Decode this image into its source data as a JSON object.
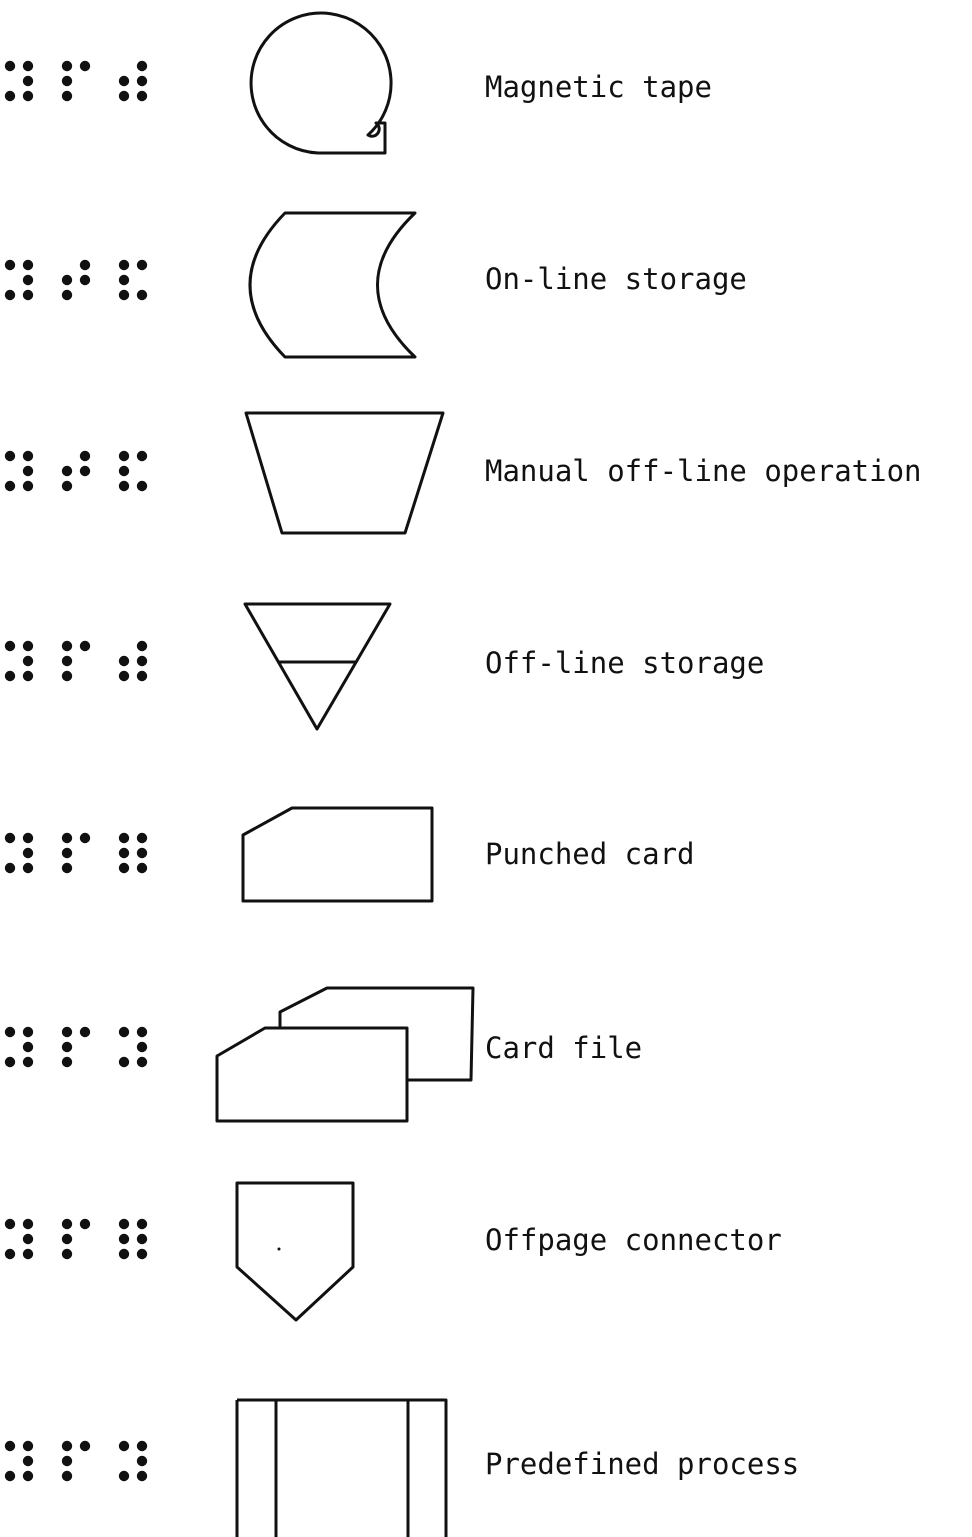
{
  "rows": [
    {
      "label": "Magnetic tape",
      "braille": [
        [
          1,
          1,
          0,
          1,
          1,
          1
        ],
        [
          1,
          1,
          1,
          0,
          1,
          0
        ],
        [
          0,
          1,
          1,
          1,
          1,
          1
        ]
      ],
      "symbol": "magnetic-tape"
    },
    {
      "label": "On-line storage",
      "braille": [
        [
          1,
          1,
          0,
          1,
          1,
          1
        ],
        [
          0,
          1,
          1,
          1,
          1,
          0
        ],
        [
          1,
          1,
          1,
          0,
          1,
          1
        ]
      ],
      "symbol": "online-storage"
    },
    {
      "label": "Manual off-line operation",
      "braille": [
        [
          1,
          1,
          0,
          1,
          1,
          1
        ],
        [
          0,
          1,
          1,
          1,
          1,
          0
        ],
        [
          1,
          1,
          1,
          0,
          1,
          1
        ]
      ],
      "symbol": "manual-operation"
    },
    {
      "label": "Off-line storage",
      "braille": [
        [
          1,
          1,
          0,
          1,
          1,
          1
        ],
        [
          1,
          1,
          1,
          0,
          1,
          0
        ],
        [
          0,
          1,
          1,
          1,
          1,
          1
        ]
      ],
      "symbol": "offline-storage"
    },
    {
      "label": "Punched card",
      "braille": [
        [
          1,
          1,
          0,
          1,
          1,
          1
        ],
        [
          1,
          1,
          1,
          0,
          1,
          0
        ],
        [
          1,
          1,
          1,
          1,
          1,
          1
        ]
      ],
      "symbol": "punched-card"
    },
    {
      "label": "Card file",
      "braille": [
        [
          1,
          1,
          0,
          1,
          1,
          1
        ],
        [
          1,
          1,
          1,
          0,
          1,
          0
        ],
        [
          1,
          1,
          0,
          1,
          1,
          1
        ]
      ],
      "symbol": "card-file"
    },
    {
      "label": "Offpage connector",
      "braille": [
        [
          1,
          1,
          0,
          1,
          1,
          1
        ],
        [
          1,
          1,
          1,
          0,
          1,
          0
        ],
        [
          1,
          1,
          1,
          1,
          1,
          1
        ]
      ],
      "symbol": "offpage-connector"
    },
    {
      "label": "Predefined process",
      "braille": [
        [
          1,
          1,
          0,
          1,
          1,
          1
        ],
        [
          1,
          1,
          1,
          0,
          1,
          0
        ],
        [
          1,
          1,
          0,
          1,
          1,
          1
        ]
      ],
      "symbol": "predefined-process"
    }
  ]
}
